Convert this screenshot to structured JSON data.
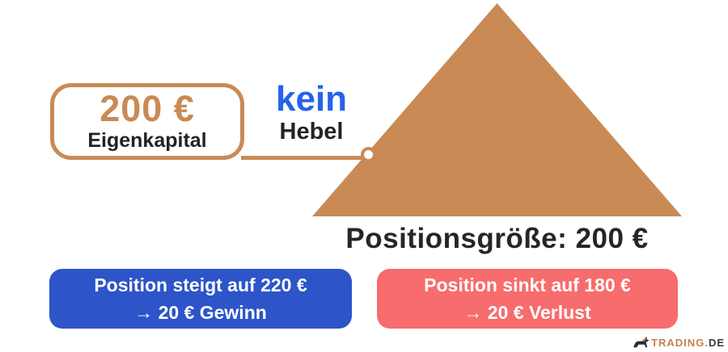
{
  "colors": {
    "accent_orange": "#c98a55",
    "accent_blue": "#2563eb",
    "button_blue": "#2d54c8",
    "button_red": "#f76c6c",
    "text_dark": "#262626",
    "background": "#ffffff"
  },
  "equity_box": {
    "amount": "200 €",
    "label": "Eigenkapital"
  },
  "leverage_label": {
    "line1": "kein",
    "line2": "Hebel"
  },
  "triangle_caption": "Positionsgröße: 200 €",
  "profit_button": {
    "line1": "Position steigt auf 220 €",
    "line2": "→ 20 € Gewinn"
  },
  "loss_button": {
    "line1": "Position sinkt auf 180 €",
    "line2": "→ 20 € Verlust"
  },
  "logo": {
    "brand": "TRADING.",
    "tld": "DE"
  }
}
